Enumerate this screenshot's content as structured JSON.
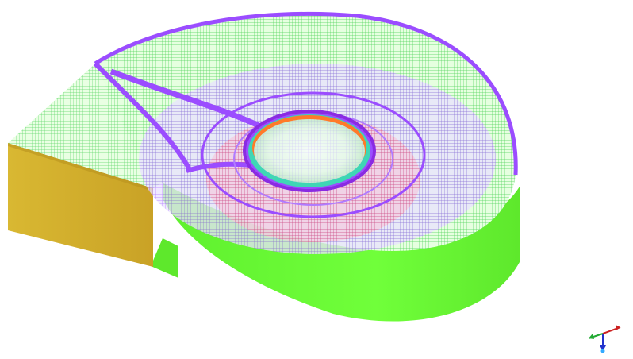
{
  "viewport": {
    "background": "#ffffff"
  },
  "model": {
    "description_kind": "3d-volute-mesh-render",
    "colors": {
      "outer_wall": "#66ff33",
      "outlet_face": "#d4b22e",
      "outlet_face_shade": "#b9921e",
      "mesh_purple": "#9b4dff",
      "mesh_edge": "#8a2be2",
      "inner_red": "#e8365e",
      "inner_orange": "#ff7a2a",
      "inner_cyan": "#3fd6b5",
      "inner_hub": "#d8f2d8",
      "floor_tint": "#c9c4ff"
    }
  },
  "triad": {
    "axes": [
      {
        "name": "x-axis",
        "color": "#cc2222"
      },
      {
        "name": "y-axis",
        "color": "#22aa33"
      },
      {
        "name": "z-axis",
        "color": "#2233cc"
      }
    ]
  }
}
